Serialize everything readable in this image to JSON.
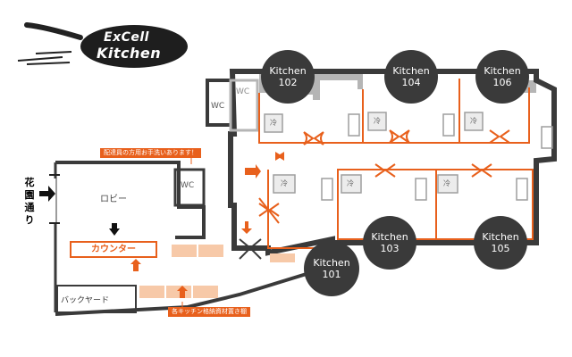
{
  "logo": {
    "line1": "ExCell",
    "line2": "Kitchen"
  },
  "kitchens": [
    {
      "name": "Kitchen",
      "number": "102"
    },
    {
      "name": "Kitchen",
      "number": "104"
    },
    {
      "name": "Kitchen",
      "number": "106"
    },
    {
      "name": "Kitchen",
      "number": "103"
    },
    {
      "name": "Kitchen",
      "number": "105"
    },
    {
      "name": "Kitchen",
      "number": "101"
    }
  ],
  "labels": {
    "wc": "WC",
    "lobby": "ロビー",
    "counter": "カウンター",
    "backyard": "バックヤード",
    "street": [
      "花",
      "園",
      "通",
      "り"
    ],
    "fridge": "冷"
  },
  "callouts": {
    "handwash": "配達員の方用お手洗いあります！",
    "storage": "各キッチン格納資材置き棚"
  },
  "colors": {
    "accent": "#e8601c",
    "wall": "#3a3a3a",
    "shelf": "#f7c9a8",
    "badge": "#3a3a3a"
  }
}
